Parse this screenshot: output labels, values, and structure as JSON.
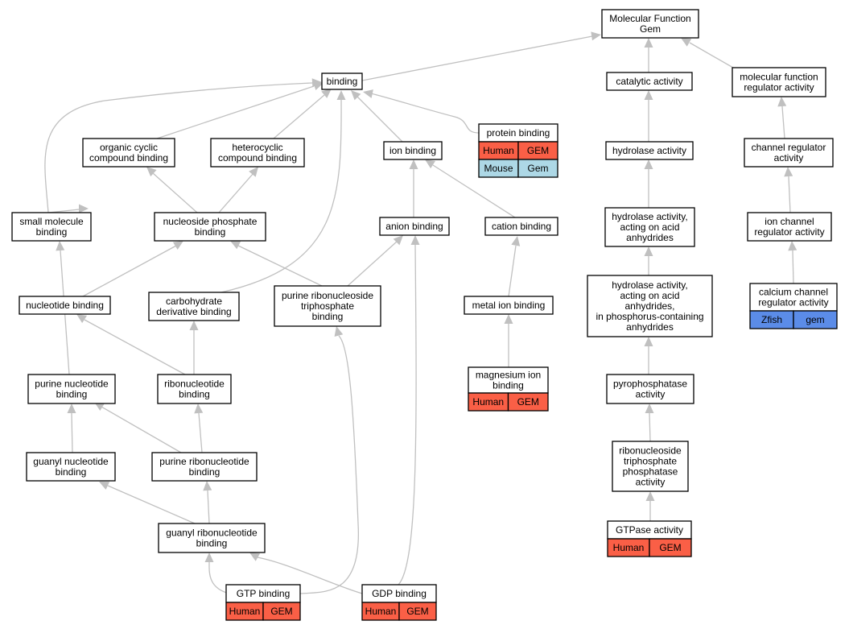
{
  "colors": {
    "human": "#fa5f46",
    "mouse": "#add8e6",
    "zfish": "#5b8ce8",
    "edge": "#c0c0c0",
    "border": "#000000",
    "node_fill": "#ffffff"
  },
  "nodes": {
    "mf_gem": {
      "lines": [
        "Molecular Function",
        "Gem"
      ]
    },
    "binding": {
      "lines": [
        "binding"
      ]
    },
    "catalytic": {
      "lines": [
        "catalytic activity"
      ]
    },
    "mf_reg": {
      "lines": [
        "molecular function",
        "regulator activity"
      ]
    },
    "org_cyclic": {
      "lines": [
        "organic cyclic",
        "compound binding"
      ]
    },
    "heterocyclic": {
      "lines": [
        "heterocyclic",
        "compound binding"
      ]
    },
    "ion_binding": {
      "lines": [
        "ion binding"
      ]
    },
    "protein_binding": {
      "lines": [
        "protein binding"
      ],
      "tags": [
        [
          "Human",
          "GEM"
        ],
        [
          "Mouse",
          "Gem"
        ]
      ]
    },
    "hydrolase": {
      "lines": [
        "hydrolase activity"
      ]
    },
    "channel_reg": {
      "lines": [
        "channel regulator",
        "activity"
      ]
    },
    "small_mol": {
      "lines": [
        "small molecule",
        "binding"
      ]
    },
    "nuc_phos": {
      "lines": [
        "nucleoside phosphate",
        "binding"
      ]
    },
    "anion": {
      "lines": [
        "anion binding"
      ]
    },
    "cation": {
      "lines": [
        "cation binding"
      ]
    },
    "hydro_acid": {
      "lines": [
        "hydrolase activity,",
        "acting on acid",
        "anhydrides"
      ]
    },
    "ion_chan_reg": {
      "lines": [
        "ion channel",
        "regulator activity"
      ]
    },
    "nucleotide": {
      "lines": [
        "nucleotide binding"
      ]
    },
    "carb_deriv": {
      "lines": [
        "carbohydrate",
        "derivative binding"
      ]
    },
    "purine_rntp": {
      "lines": [
        "purine ribonucleoside",
        "triphosphate",
        "binding"
      ]
    },
    "metal_ion": {
      "lines": [
        "metal ion binding"
      ]
    },
    "hydro_phos": {
      "lines": [
        "hydrolase activity,",
        "acting on acid",
        "anhydrides,",
        "in phosphorus-containing",
        "anhydrides"
      ]
    },
    "calcium_chan": {
      "lines": [
        "calcium channel",
        "regulator activity"
      ],
      "tags": [
        [
          "Zfish",
          "gem"
        ]
      ]
    },
    "purine_nuc": {
      "lines": [
        "purine nucleotide",
        "binding"
      ]
    },
    "ribonuc": {
      "lines": [
        "ribonucleotide",
        "binding"
      ]
    },
    "magnesium": {
      "lines": [
        "magnesium ion",
        "binding"
      ],
      "tags": [
        [
          "Human",
          "GEM"
        ]
      ]
    },
    "pyrophos": {
      "lines": [
        "pyrophosphatase",
        "activity"
      ]
    },
    "guanyl_nuc": {
      "lines": [
        "guanyl nucleotide",
        "binding"
      ]
    },
    "purine_ribonuc": {
      "lines": [
        "purine ribonucleotide",
        "binding"
      ]
    },
    "rntp_phos": {
      "lines": [
        "ribonucleoside",
        "triphosphate",
        "phosphatase",
        "activity"
      ]
    },
    "guanyl_ribonuc": {
      "lines": [
        "guanyl ribonucleotide",
        "binding"
      ]
    },
    "gtpase": {
      "lines": [
        "GTPase activity"
      ],
      "tags": [
        [
          "Human",
          "GEM"
        ]
      ]
    },
    "gtp": {
      "lines": [
        "GTP binding"
      ],
      "tags": [
        [
          "Human",
          "GEM"
        ]
      ]
    },
    "gdp": {
      "lines": [
        "GDP binding"
      ],
      "tags": [
        [
          "Human",
          "GEM"
        ]
      ]
    }
  }
}
